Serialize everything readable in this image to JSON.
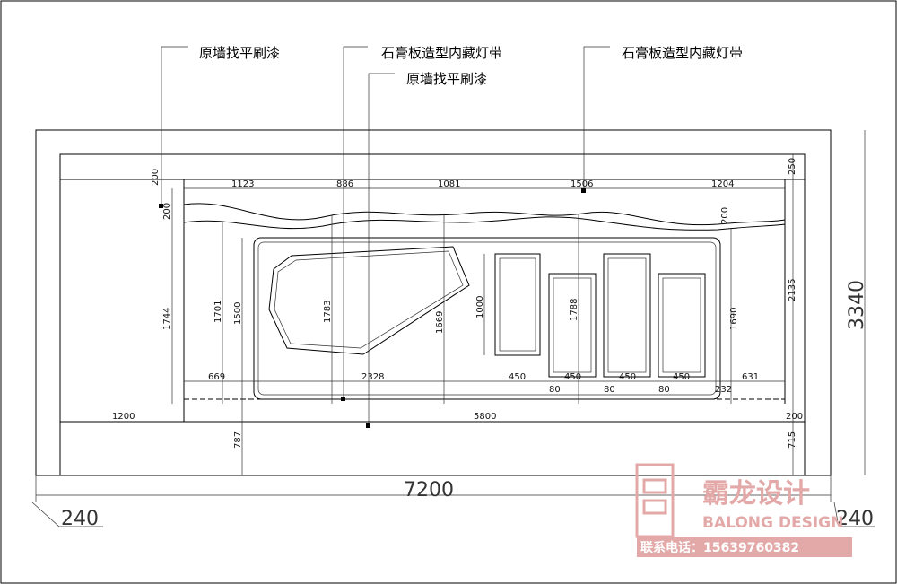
{
  "labels": {
    "l1": "原墙找平刷漆",
    "l2": "石膏板造型内藏灯带",
    "l3": "原墙找平刷漆",
    "l4": "石膏板造型内藏灯带"
  },
  "dims": {
    "total_width": "7200",
    "total_height": "3340",
    "wall_left": "240",
    "wall_right": "240",
    "top_1123": "1123",
    "top_886": "886",
    "top_1081": "1081",
    "top_1506": "1506",
    "top_1204": "1204",
    "d200a": "200",
    "d200b": "200",
    "d250": "250",
    "d200c": "200",
    "h1744": "1744",
    "h1701": "1701",
    "h1500": "1500",
    "h1783": "1783",
    "h1669": "1669",
    "h1000": "1000",
    "h1788": "1788",
    "h1690": "1690",
    "h2135": "2135",
    "b669": "669",
    "b2328": "2328",
    "b450a": "450",
    "b450b": "450",
    "b450c": "450",
    "b450d": "450",
    "b631": "631",
    "b80a": "80",
    "b80b": "80",
    "b80c": "80",
    "b232": "232",
    "w1200": "1200",
    "w5800": "5800",
    "w200": "200",
    "h787": "787",
    "h715": "715"
  },
  "watermark": {
    "brand_cn": "霸龙设计",
    "brand_en": "BALONG DESIGN",
    "contact": "联系电话：15639760382"
  }
}
